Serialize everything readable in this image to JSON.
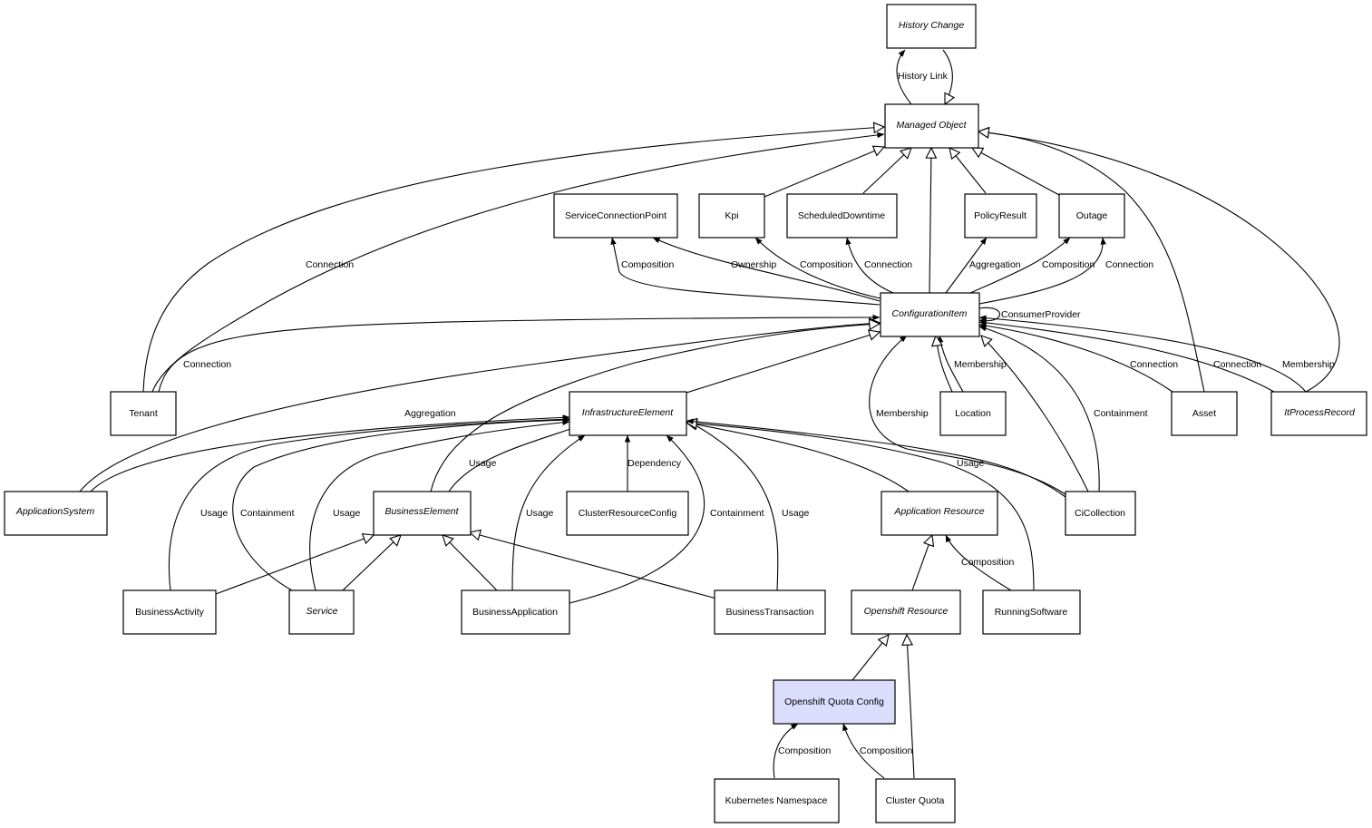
{
  "diagram": {
    "nodes": [
      {
        "id": "history_change",
        "label": "History Change",
        "italic": true
      },
      {
        "id": "managed_object",
        "label": "Managed Object",
        "italic": true
      },
      {
        "id": "service_connection_point",
        "label": "ServiceConnectionPoint",
        "italic": false
      },
      {
        "id": "kpi",
        "label": "Kpi",
        "italic": false
      },
      {
        "id": "scheduled_downtime",
        "label": "ScheduledDowntime",
        "italic": false
      },
      {
        "id": "policy_result",
        "label": "PolicyResult",
        "italic": false
      },
      {
        "id": "outage",
        "label": "Outage",
        "italic": false
      },
      {
        "id": "configuration_item",
        "label": "ConfigurationItem",
        "italic": true
      },
      {
        "id": "tenant",
        "label": "Tenant",
        "italic": false
      },
      {
        "id": "infrastructure_element",
        "label": "InfrastructureElement",
        "italic": true
      },
      {
        "id": "location",
        "label": "Location",
        "italic": false
      },
      {
        "id": "asset",
        "label": "Asset",
        "italic": false
      },
      {
        "id": "it_process_record",
        "label": "ItProcessRecord",
        "italic": true
      },
      {
        "id": "application_system",
        "label": "ApplicationSystem",
        "italic": true
      },
      {
        "id": "business_element",
        "label": "BusinessElement",
        "italic": true
      },
      {
        "id": "cluster_resource_config",
        "label": "ClusterResourceConfig",
        "italic": false
      },
      {
        "id": "application_resource",
        "label": "Application Resource",
        "italic": true
      },
      {
        "id": "ci_collection",
        "label": "CiCollection",
        "italic": false
      },
      {
        "id": "business_activity",
        "label": "BusinessActivity",
        "italic": false
      },
      {
        "id": "service",
        "label": "Service",
        "italic": true
      },
      {
        "id": "business_application",
        "label": "BusinessApplication",
        "italic": false
      },
      {
        "id": "business_transaction",
        "label": "BusinessTransaction",
        "italic": false
      },
      {
        "id": "openshift_resource",
        "label": "Openshift Resource",
        "italic": true
      },
      {
        "id": "running_software",
        "label": "RunningSoftware",
        "italic": false
      },
      {
        "id": "openshift_quota_config",
        "label": "Openshift Quota Config",
        "italic": false,
        "highlighted": true
      },
      {
        "id": "kubernetes_namespace",
        "label": "Kubernetes Namespace",
        "italic": false
      },
      {
        "id": "cluster_quota",
        "label": "Cluster Quota",
        "italic": false
      }
    ],
    "edge_labels": {
      "history_link": "History Link",
      "tenant_connection_mo": "Connection",
      "tenant_connection_ci": "Connection",
      "scp_composition": "Composition",
      "kpi_ownership": "Ownership",
      "sd_composition": "Composition",
      "sd_connection": "Connection",
      "pr_aggregation": "Aggregation",
      "outage_composition": "Composition",
      "outage_connection": "Connection",
      "consumer_provider": "ConsumerProvider",
      "location_membership": "Membership",
      "asset_connection": "Connection",
      "itpr_connection": "Connection",
      "itpr_membership": "Membership",
      "coll_membership": "Membership",
      "coll_containment": "Containment",
      "coll_usage": "Usage",
      "as_aggregation": "Aggregation",
      "be_usage": "Usage",
      "crc_dependency": "Dependency",
      "ba_usage": "Usage",
      "svc_containment": "Containment",
      "svc_usage": "Usage",
      "bapp_usage": "Usage",
      "bapp_containment": "Containment",
      "bt_usage": "Usage",
      "rs_composition": "Composition",
      "kn_composition": "Composition",
      "cq_composition": "Composition"
    }
  }
}
